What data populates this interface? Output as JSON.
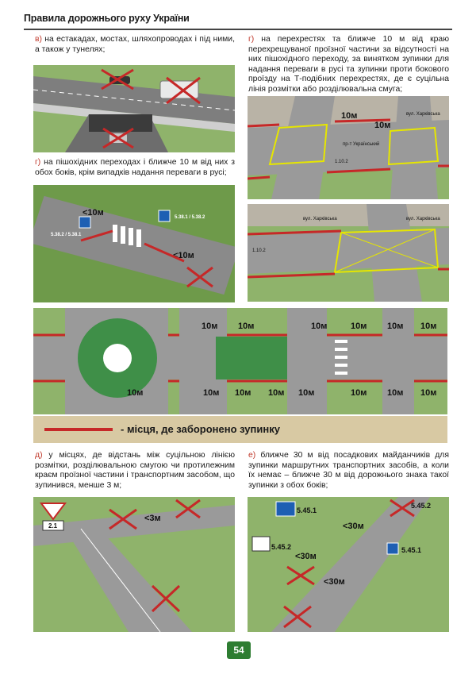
{
  "header": {
    "title": "Правила дорожнього руху України"
  },
  "items": {
    "v": {
      "label": "в)",
      "text": " на естакадах, мостах, шляхопроводах і під ними, а також у тунелях;"
    },
    "g1": {
      "label": "г)",
      "text": " на перехрестях та ближче 10 м від краю перехрещуваної проїзної частини за відсутності на них пішохідного переходу, за винятком зупинки для надання переваги в русі та зупинки проти бокового проїзду на Т-подібних перехрестях, де є суцільна лінія розмітки або розділювальна смуга;"
    },
    "g2": {
      "label": "г)",
      "text": " на пішохідних переходах і ближче 10 м від них з обох боків, крім випадків надання переваги в русі;"
    },
    "d": {
      "label": "д)",
      "text": " у місцях, де відстань між суцільною лінією розмітки, розділювальною смугою чи протилежним краєм проїзної частини і транспортним засобом, що зупинився, менше 3 м;"
    },
    "e": {
      "label": "е)",
      "text": " ближче 30 м від посадкових майданчиків для зупинки маршрутних транспортних засобів, а коли їх немає – ближче 30 м від дорожнього знака такої зупинки з обох боків;"
    }
  },
  "pictures": {
    "crosswalk": {
      "dist_left": "<10м",
      "dist_right": "<10м",
      "sign_a": "5.38.2 / 5.38.1",
      "sign_b": "5.38.1 / 5.38.2"
    },
    "intersection_top": {
      "dist_1": "10м",
      "dist_2": "10м",
      "street_a": "пр-т Український",
      "street_b": "вул. Харківська",
      "marking": "1.10.2"
    },
    "intersection_bottom": {
      "street_a": "вул. Харківська",
      "street_b": "вул. Харківська",
      "marking": "1.10.2"
    },
    "panorama": {
      "labels": [
        "10м",
        "10м",
        "10м",
        "10м",
        "10м",
        "10м",
        "10м",
        "10м",
        "10м",
        "10м",
        "10м",
        "10м",
        "10м",
        "10м"
      ]
    },
    "narrow": {
      "sign": "2.1",
      "dist": "<3м"
    },
    "busstop": {
      "sign_1": "5.45.1",
      "sign_2": "5.45.2",
      "sign_3": "5.45.2",
      "sign_4": "5.45.1",
      "dist_1": "<30м",
      "dist_2": "<30м",
      "dist_3": "<30м"
    }
  },
  "legend": {
    "text": "- місця, де заборонено зупинку"
  },
  "page": {
    "number": "54"
  },
  "colors": {
    "forbidden": "#c62828",
    "label": "#c0392b",
    "green": "#2e7d32",
    "marking": "#e6e600"
  }
}
